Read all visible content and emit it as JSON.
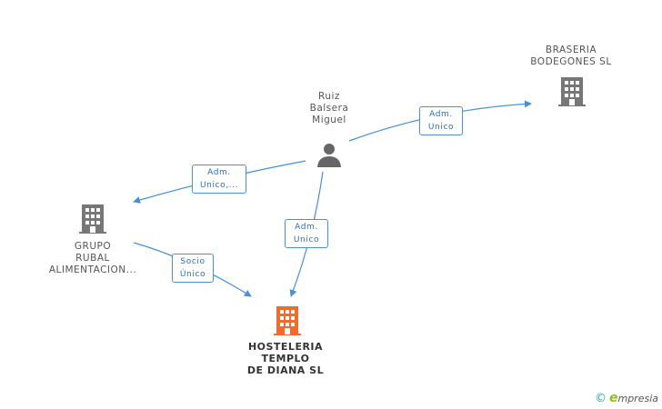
{
  "nodes": {
    "person": {
      "lines": [
        "Ruiz",
        "Balsera",
        "Miguel"
      ]
    },
    "braseria": {
      "lines": [
        "BRASERIA",
        "BODEGONES SL"
      ]
    },
    "grupo": {
      "lines": [
        "GRUPO",
        "RUBAL",
        "ALIMENTACION..."
      ]
    },
    "hosteleria": {
      "lines": [
        "HOSTELERIA",
        "TEMPLO",
        "DE DIANA SL"
      ]
    }
  },
  "edges": {
    "person_braseria": {
      "lines": [
        "Adm.",
        "Unico"
      ]
    },
    "person_grupo": {
      "lines": [
        "Adm.",
        "Unico,..."
      ]
    },
    "person_hosteleria": {
      "lines": [
        "Adm.",
        "Unico"
      ]
    },
    "grupo_hosteleria": {
      "lines": [
        "Socio",
        "Único"
      ]
    }
  },
  "colors": {
    "edge": "#4a90d9",
    "building": "#777777",
    "building_main": "#f26a2c",
    "person": "#666666"
  },
  "icons": {
    "person": "person-icon",
    "company": "building-icon"
  },
  "brand": {
    "copyright": "©",
    "e": "e",
    "rest": "mpresia"
  }
}
